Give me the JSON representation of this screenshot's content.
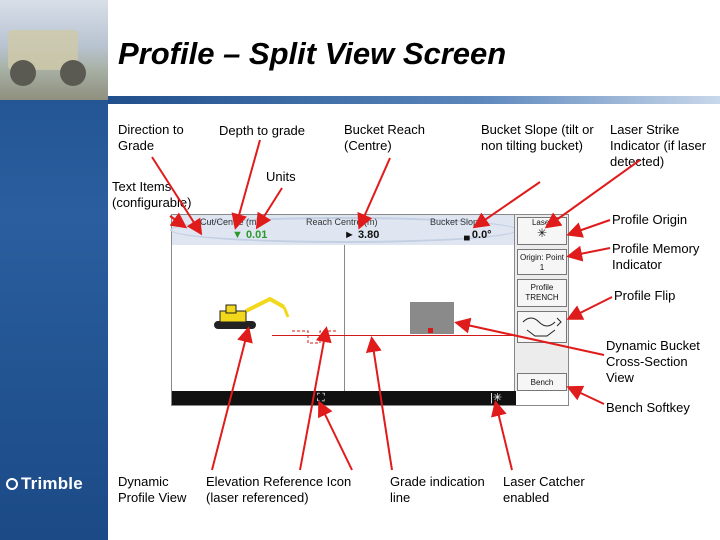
{
  "slide": {
    "title": "Profile – Split View Screen",
    "logo_text": "Trimble"
  },
  "labels": {
    "direction_to_grade": "Direction to Grade",
    "depth_to_grade": "Depth to grade",
    "bucket_reach": "Bucket Reach (Centre)",
    "bucket_slope": "Bucket Slope (tilt or non tilting bucket)",
    "laser_strike": "Laser Strike Indicator (if laser detected)",
    "units": "Units",
    "text_items": "Text Items (configurable)",
    "profile_origin": "Profile Origin",
    "profile_memory": "Profile Memory Indicator",
    "profile_flip": "Profile Flip",
    "dynamic_bucket": "Dynamic Bucket Cross-Section View",
    "bench_softkey": "Bench Softkey",
    "dynamic_profile": "Dynamic Profile View",
    "elevation_ref": "Elevation Reference Icon (laser referenced)",
    "grade_line": "Grade indication line",
    "laser_catcher": "Laser Catcher enabled"
  },
  "screen": {
    "status": {
      "cut_fill_label": "Cut/Centre (m)",
      "cut_fill_value": "▼ 0.01",
      "reach_label": "Reach Centre (m)",
      "reach_value": "► 3.80",
      "slope_label": "Bucket Slope",
      "slope_value": "0.0°"
    },
    "softkeys": {
      "laser": "Laser",
      "origin": "Origin: Point 1",
      "profile": "Profile TRENCH",
      "bench": "Bench"
    },
    "bottom_icons": {
      "elevation_icon": "⛶",
      "laser_icon": "|✳"
    }
  },
  "colors": {
    "brand_blue": "#1f4f8c",
    "grade_red": "#d31a1a",
    "status_green": "#2a9a2a",
    "excavator_yellow": "#f2d81c"
  }
}
